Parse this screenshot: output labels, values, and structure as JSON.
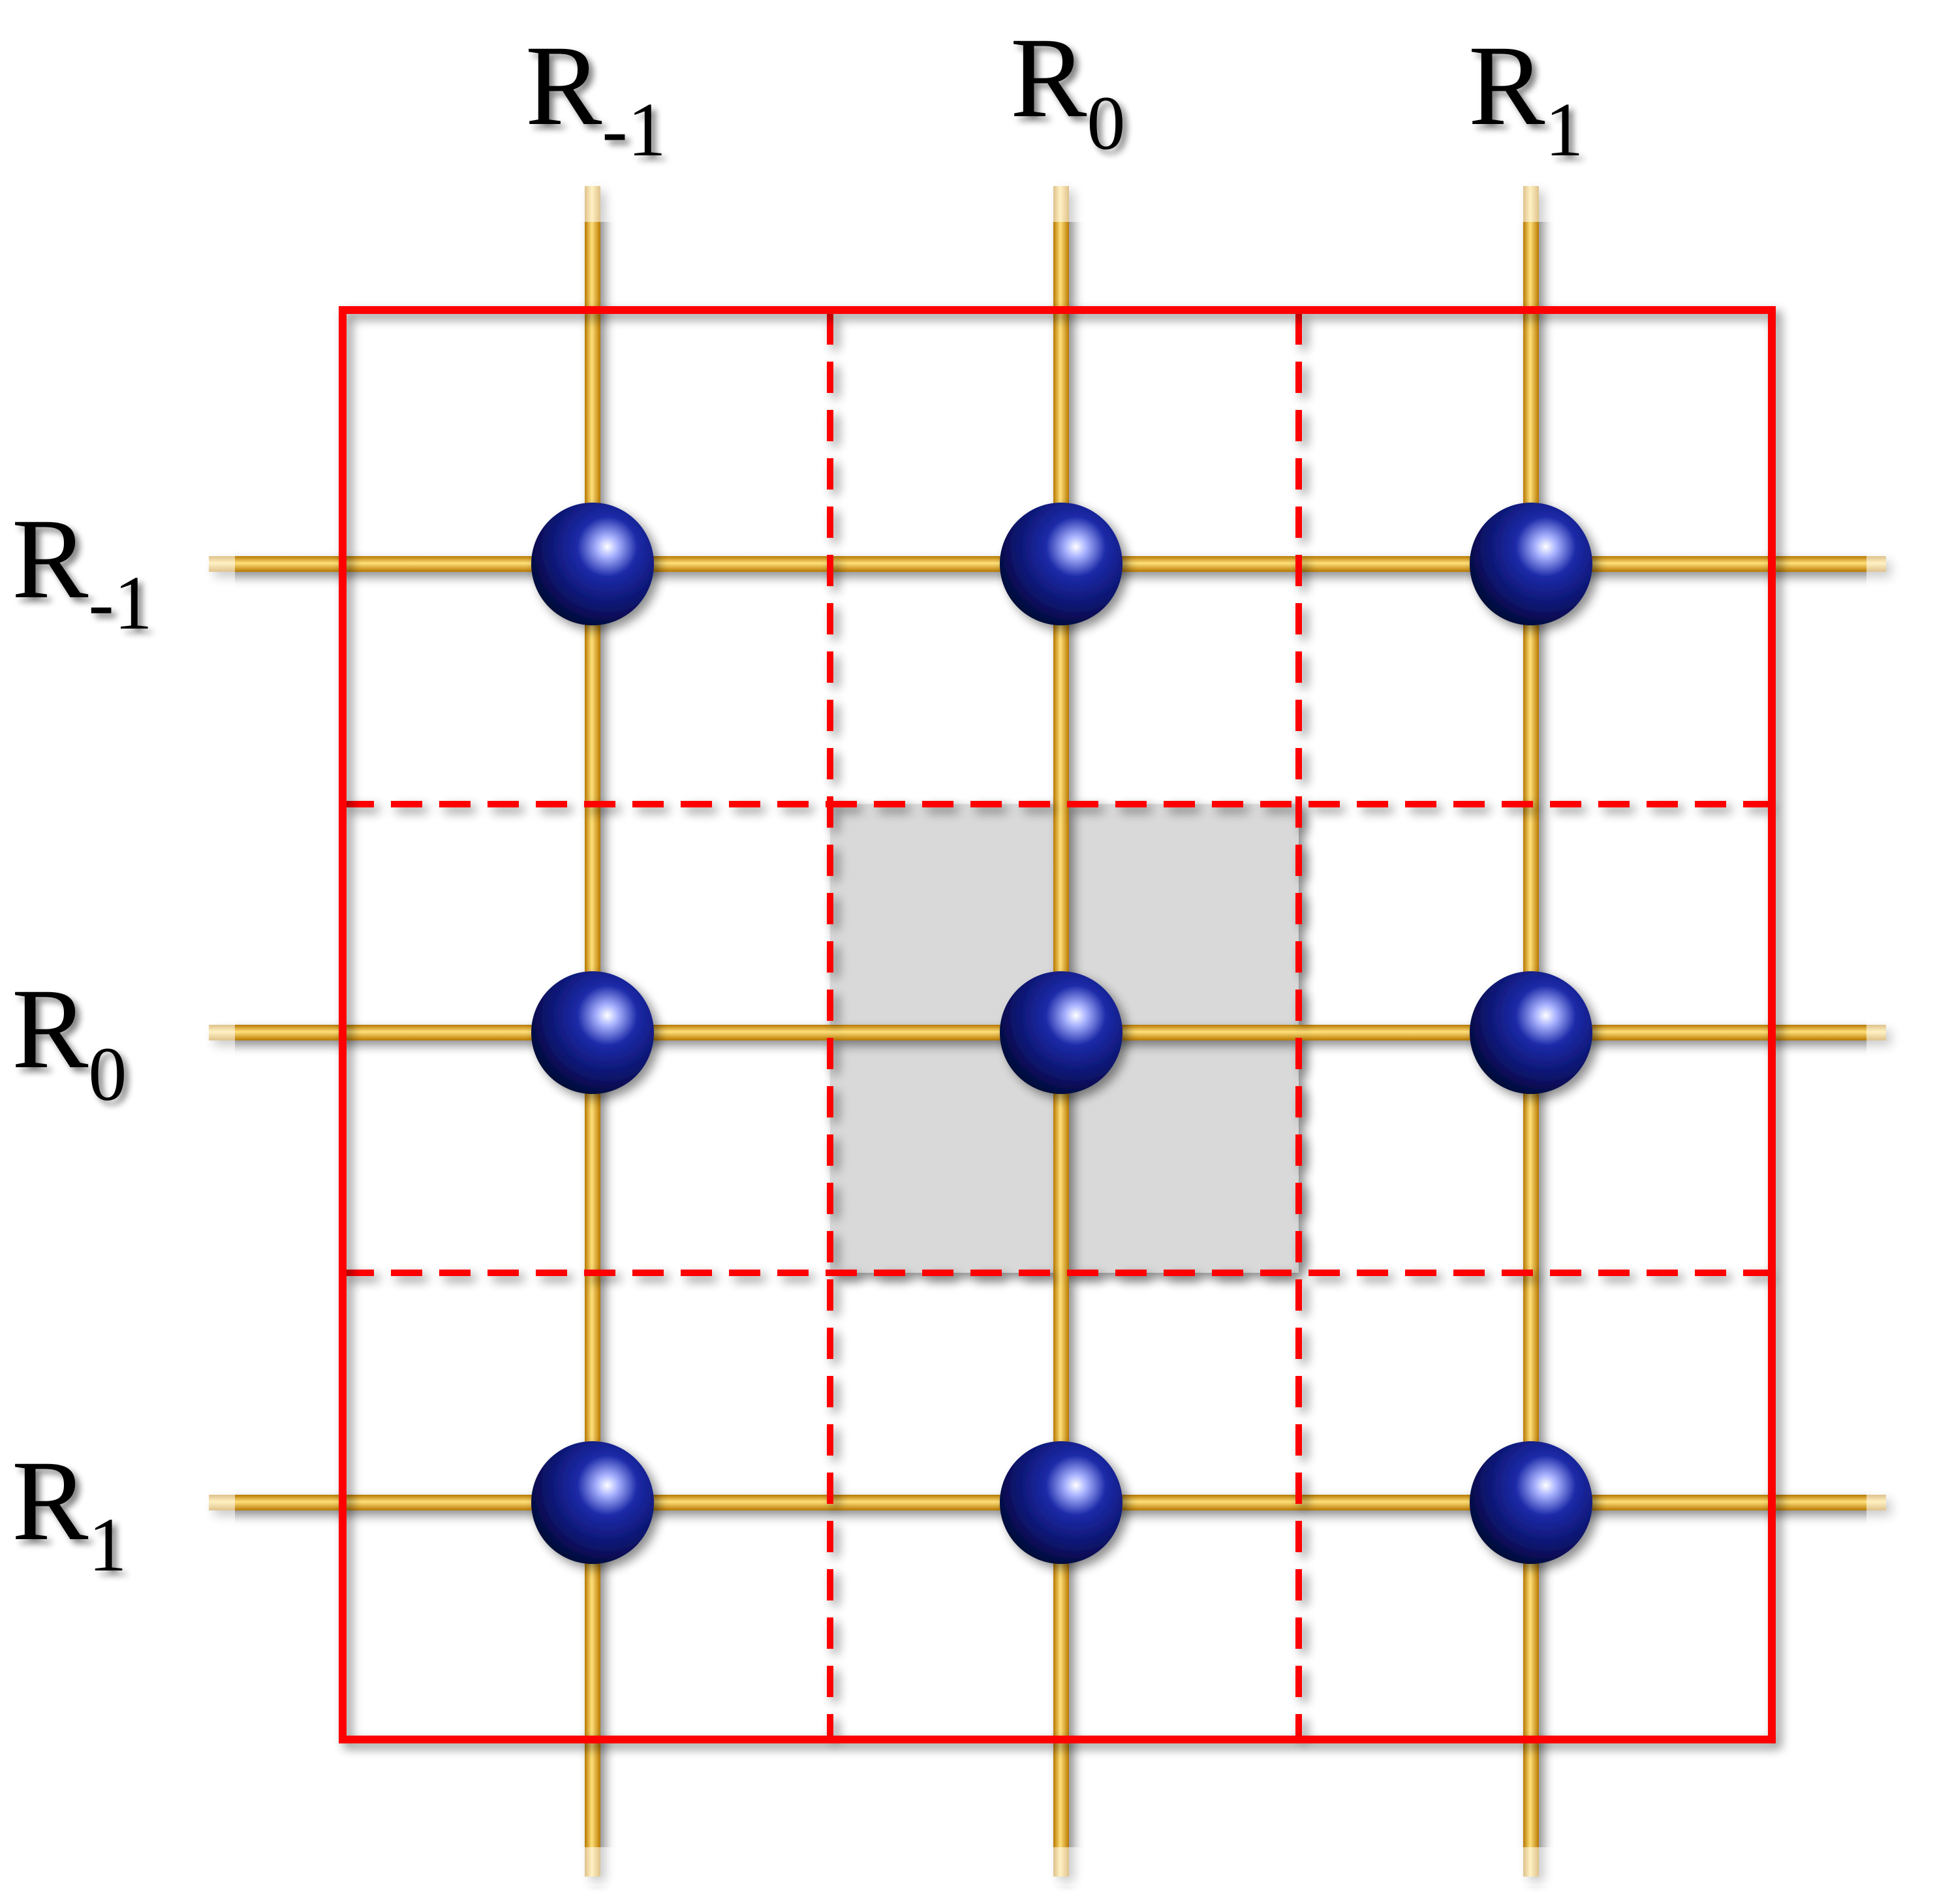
{
  "labels": {
    "columns": [
      {
        "base": "R",
        "sub": "-1"
      },
      {
        "base": "R",
        "sub": "0"
      },
      {
        "base": "R",
        "sub": "1"
      }
    ],
    "rows": [
      {
        "base": "R",
        "sub": "-1"
      },
      {
        "base": "R",
        "sub": "0"
      },
      {
        "base": "R",
        "sub": "1"
      }
    ]
  },
  "colors": {
    "bond": "#f2b01e",
    "atom": "#0d1775",
    "supercell": "#ff0000",
    "unit_cell_fill": "#d9d9d9"
  },
  "grid": {
    "atoms_per_row": 3,
    "atom_rows": 3,
    "highlighted_cell": {
      "row": 1,
      "column": 1
    }
  }
}
